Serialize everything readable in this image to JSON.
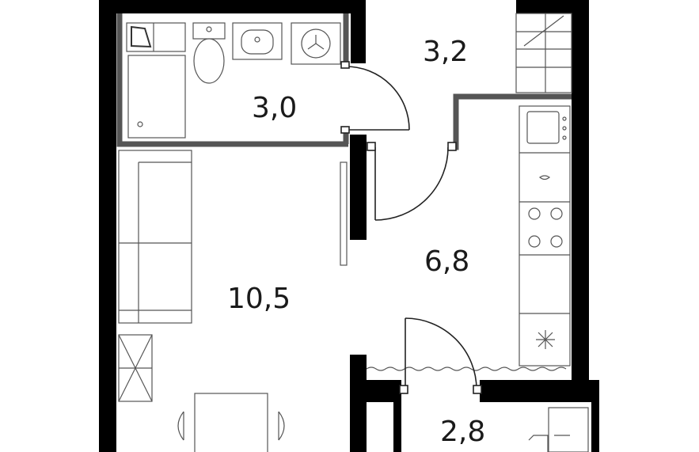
{
  "plan": {
    "rooms": [
      {
        "id": "hall",
        "area": "3,2"
      },
      {
        "id": "bathroom",
        "area": "3,0"
      },
      {
        "id": "kitchen",
        "area": "6,8"
      },
      {
        "id": "living",
        "area": "10,5"
      },
      {
        "id": "balcony",
        "area": "2,8"
      }
    ],
    "colors": {
      "wall": "#000000",
      "partition": "#555555",
      "fixture": "#555555",
      "background": "#ffffff"
    }
  }
}
